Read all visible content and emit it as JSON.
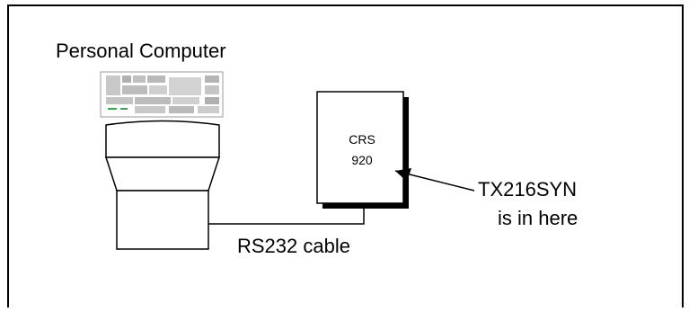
{
  "diagram": {
    "computer_label": "Personal Computer",
    "device": {
      "line1": "CRS",
      "line2": "920"
    },
    "callout": {
      "line1": "TX216SYN",
      "line2": "is in here"
    },
    "cable_label": "RS232 cable"
  },
  "colors": {
    "stroke": "#000000",
    "keyboard_gray": "#b8b8b8",
    "keyboard_green": "#33aa44"
  }
}
